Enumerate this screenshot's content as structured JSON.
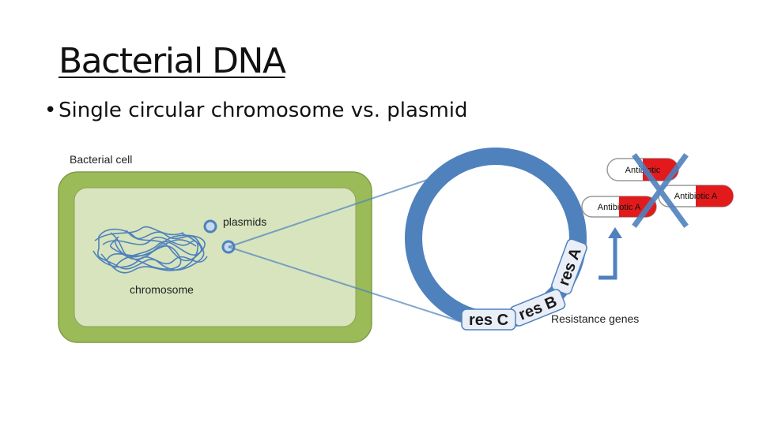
{
  "slide": {
    "title": "Bacterial DNA",
    "bullet": "Single circular chromosome vs. plasmid"
  },
  "diagram": {
    "cell_label": "Bacterial cell",
    "plasmids_label": "plasmids",
    "chromosome_label": "chromosome",
    "genes": [
      "res A",
      "res B",
      "res C"
    ],
    "resistance_label": "Resistance genes",
    "capsules": [
      "Antibiotic",
      "Antibiotic A",
      "Antibiotic A"
    ],
    "colors": {
      "cell_wall": "#9bbb59",
      "cytoplasm": "#d7e4bd",
      "dna_blue": "#4f81bd",
      "capsule_red": "#e31a1c",
      "cross_blue": "#4f81bd"
    }
  }
}
